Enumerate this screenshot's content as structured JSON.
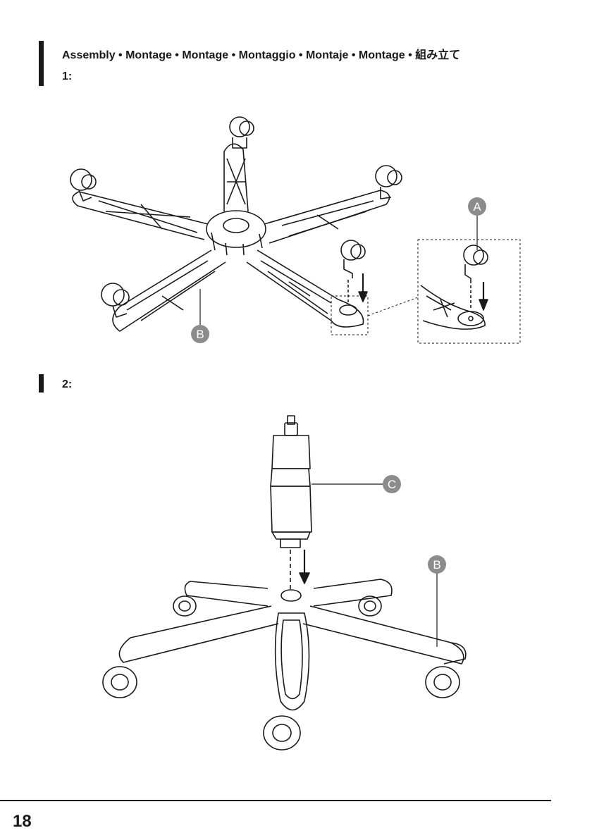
{
  "header": {
    "title": "Assembly • Montage • Montage • Montaggio • Montaje • Montage • 組み立て"
  },
  "steps": [
    {
      "label": "1:"
    },
    {
      "label": "2:"
    }
  ],
  "callouts": {
    "a": "A",
    "b": "B",
    "c": "C"
  },
  "footer": {
    "page_number": "18"
  },
  "colors": {
    "ink": "#1a1a1a",
    "callout_fill": "#8c8c8c",
    "paper": "#ffffff"
  }
}
